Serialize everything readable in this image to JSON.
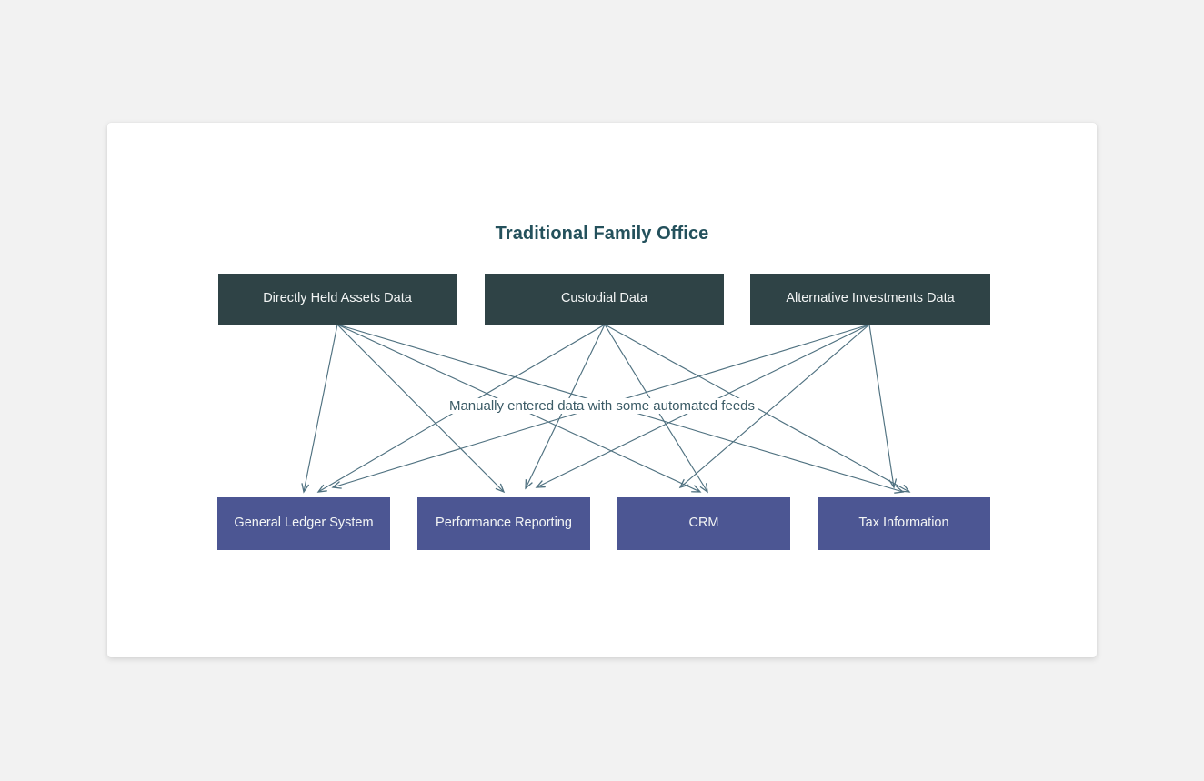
{
  "page": {
    "background_color": "#f2f2f2",
    "card_background": "#ffffff"
  },
  "diagram": {
    "title": "Traditional Family Office",
    "title_color": "#24515c",
    "flow_label": "Manually entered data with some automated feeds",
    "flow_label_color": "#3b5b66",
    "edge_color": "#4f7180",
    "source_box_color": "#2f4346",
    "target_box_color": "#4c5693",
    "sources": [
      {
        "label": "Directly Held Assets Data"
      },
      {
        "label": "Custodial Data"
      },
      {
        "label": "Alternative Investments Data"
      }
    ],
    "targets": [
      {
        "label": "General Ledger System"
      },
      {
        "label": "Performance Reporting"
      },
      {
        "label": "CRM"
      },
      {
        "label": "Tax Information"
      }
    ],
    "connections": [
      {
        "from": "Directly Held Assets Data",
        "to": "General Ledger System"
      },
      {
        "from": "Directly Held Assets Data",
        "to": "Performance Reporting"
      },
      {
        "from": "Directly Held Assets Data",
        "to": "CRM"
      },
      {
        "from": "Directly Held Assets Data",
        "to": "Tax Information"
      },
      {
        "from": "Custodial Data",
        "to": "General Ledger System"
      },
      {
        "from": "Custodial Data",
        "to": "Performance Reporting"
      },
      {
        "from": "Custodial Data",
        "to": "CRM"
      },
      {
        "from": "Custodial Data",
        "to": "Tax Information"
      },
      {
        "from": "Alternative Investments Data",
        "to": "General Ledger System"
      },
      {
        "from": "Alternative Investments Data",
        "to": "Performance Reporting"
      },
      {
        "from": "Alternative Investments Data",
        "to": "CRM"
      },
      {
        "from": "Alternative Investments Data",
        "to": "Tax Information"
      }
    ]
  }
}
